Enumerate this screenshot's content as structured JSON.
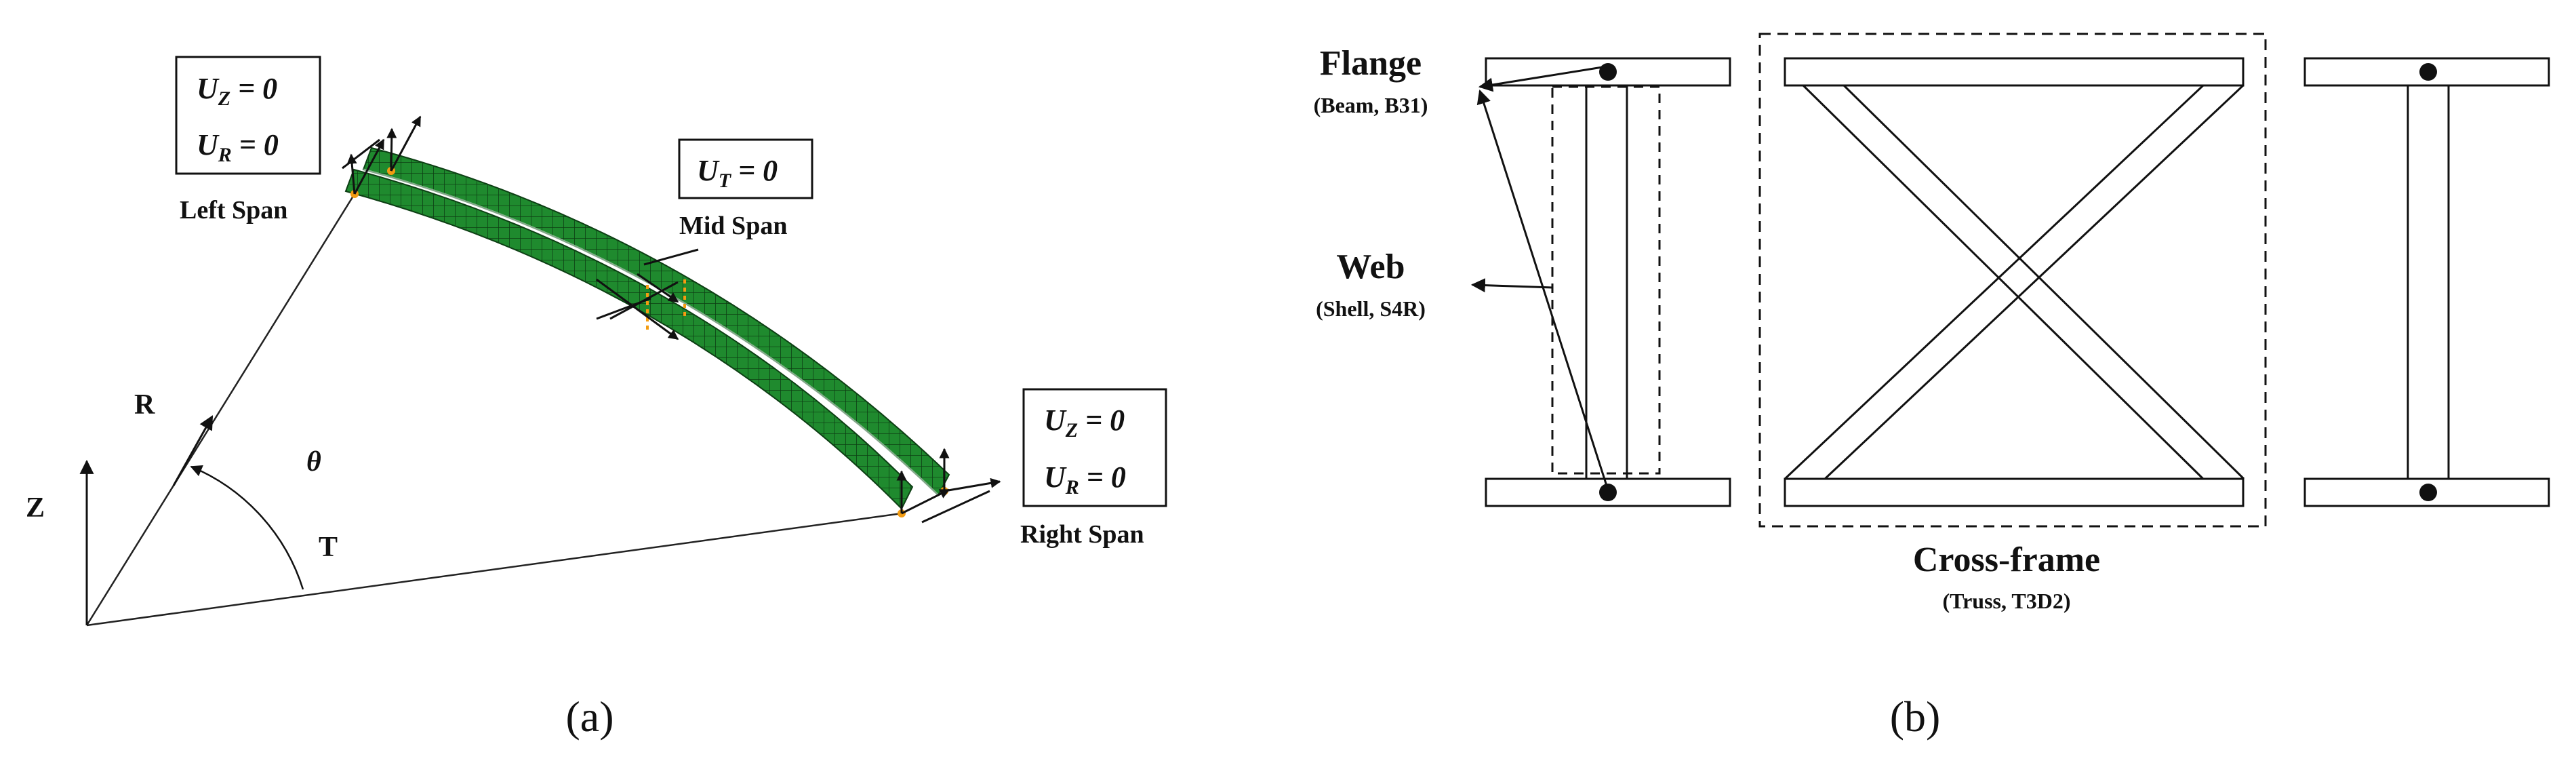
{
  "colors": {
    "beam": "#1f8a2e",
    "beam_mesh": "#0d3f14",
    "node": "#f39c12",
    "ink": "#111111"
  },
  "panel_a": {
    "caption": "(a)",
    "axis_z": "Z",
    "axis_r": "R",
    "axis_t": "T",
    "angle": "θ",
    "left_span": {
      "label": "Left Span",
      "bc1": {
        "var": "U",
        "sub": "Z",
        "rest": " = 0"
      },
      "bc2": {
        "var": "U",
        "sub": "R",
        "rest": " = 0"
      }
    },
    "mid_span": {
      "label": "Mid Span",
      "bc1": {
        "var": "U",
        "sub": "T",
        "rest": " = 0"
      }
    },
    "right_span": {
      "label": "Right Span",
      "bc1": {
        "var": "U",
        "sub": "Z",
        "rest": " = 0"
      },
      "bc2": {
        "var": "U",
        "sub": "R",
        "rest": " = 0"
      }
    }
  },
  "panel_b": {
    "caption": "(b)",
    "flange": {
      "label": "Flange",
      "sub": "(Beam, B31)"
    },
    "web": {
      "label": "Web",
      "sub": "(Shell, S4R)"
    },
    "cross_frame": {
      "label": "Cross-frame",
      "sub": "(Truss, T3D2)"
    }
  }
}
